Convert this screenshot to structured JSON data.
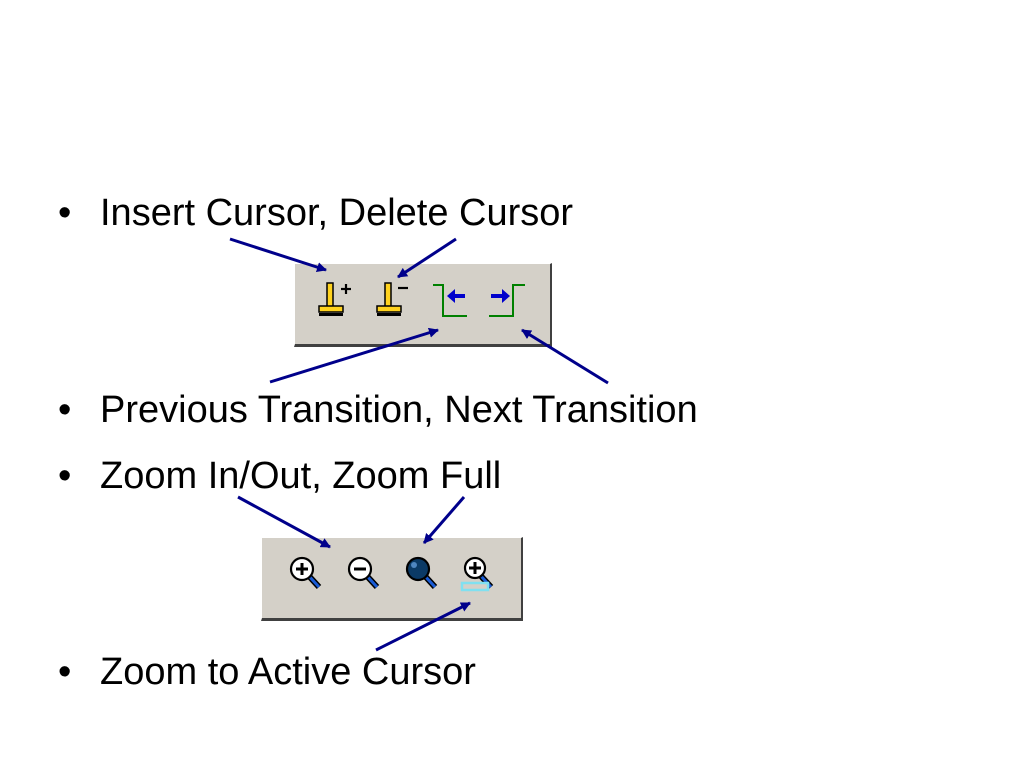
{
  "bullets": {
    "bullet_char": "•",
    "insert_delete": "Insert Cursor, Delete Cursor",
    "transitions": "Previous Transition, Next Transition",
    "zoom_in_out_full": "Zoom In/Out, Zoom Full",
    "zoom_active": "Zoom to Active Cursor"
  },
  "cursor_toolbar": {
    "buttons": [
      {
        "icon": "insert-cursor-icon"
      },
      {
        "icon": "delete-cursor-icon"
      },
      {
        "icon": "previous-transition-icon"
      },
      {
        "icon": "next-transition-icon"
      }
    ]
  },
  "zoom_toolbar": {
    "buttons": [
      {
        "icon": "zoom-in-icon"
      },
      {
        "icon": "zoom-out-icon"
      },
      {
        "icon": "zoom-full-icon"
      },
      {
        "icon": "zoom-to-active-cursor-icon"
      }
    ]
  },
  "colors": {
    "toolbar_bg": "#d4d0c8",
    "arrow": "#00008b",
    "cursor_yellow": "#ffd21e",
    "transition_green": "#008000",
    "transition_arrow": "#0000cc",
    "zoom_cyan": "#80e0f0"
  }
}
